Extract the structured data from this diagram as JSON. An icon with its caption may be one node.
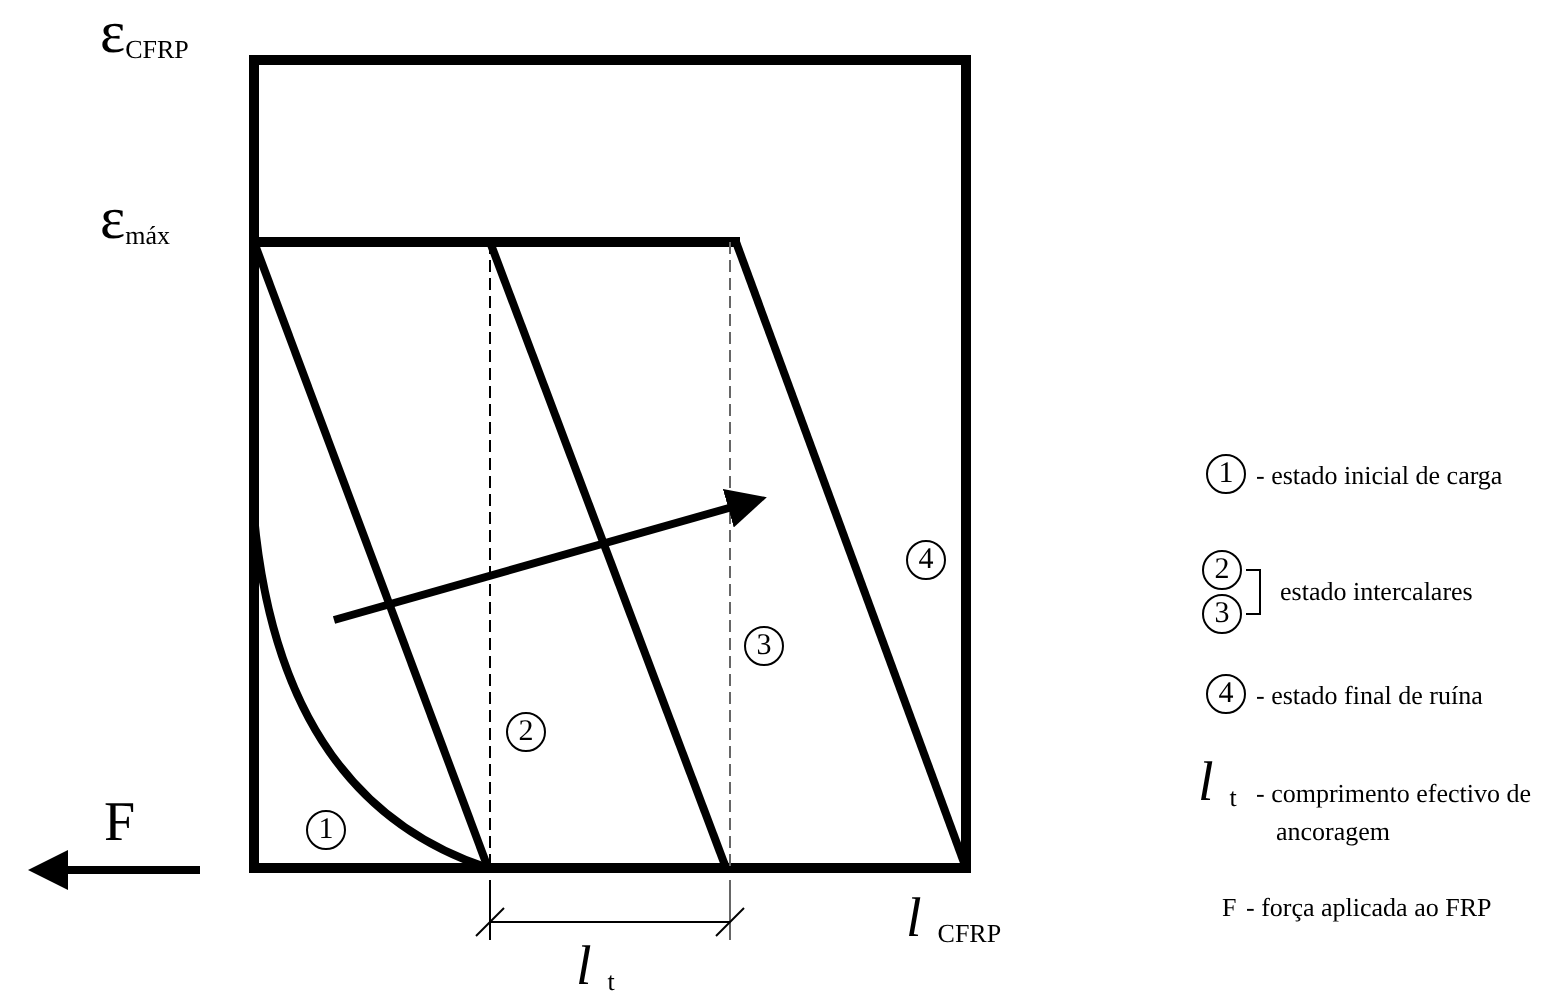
{
  "diagram": {
    "labels": [
      "ε$_{CFRP}$",
      "ε$_{máx}$",
      "1",
      "2",
      "3",
      "4",
      "F",
      "*l*$_{t}$",
      "*l*$_{CFRP}$",
      "1",
      "- estado inicial de carga",
      "2",
      "3",
      "estado intercalares",
      "4",
      "- estado final de ruína",
      "*l*$_{t}$",
      "- comprimento efectivo de ancoragem",
      "F",
      "- força aplicada ao FRP"
    ]
  }
}
